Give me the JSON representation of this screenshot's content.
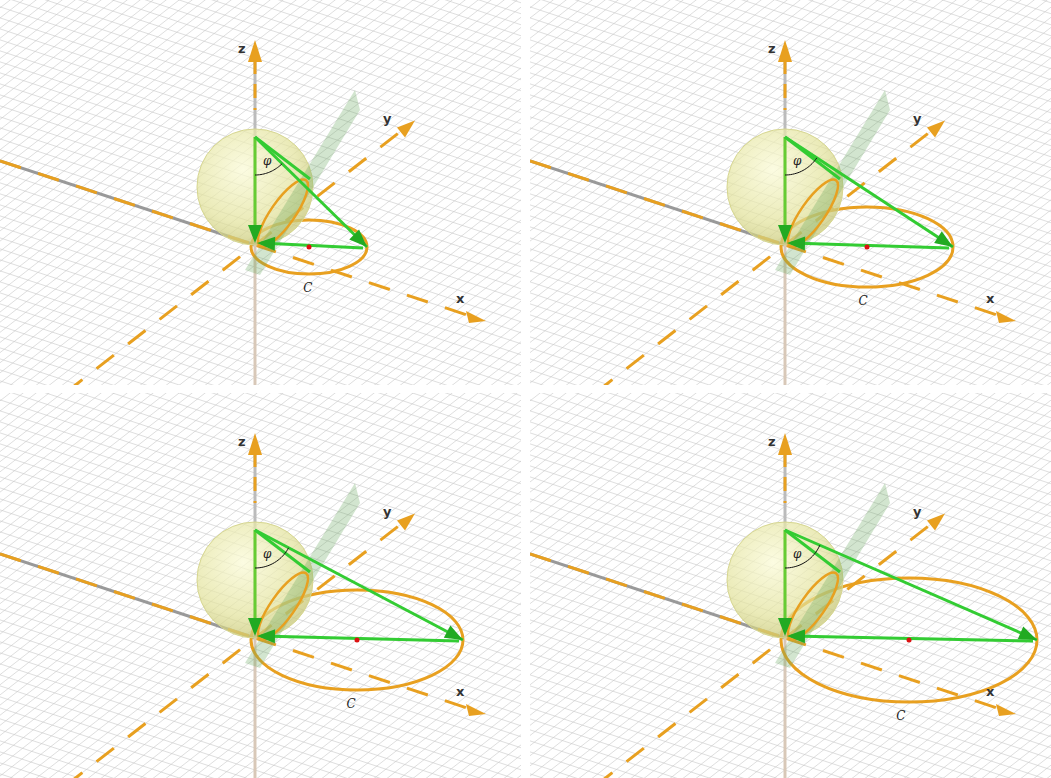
{
  "diagram": {
    "labels": [
      "z",
      "y",
      "φ",
      "x",
      "C",
      "z",
      "y",
      "φ",
      "x",
      "C",
      "z",
      "y",
      "φ",
      "x",
      "C",
      "z",
      "y",
      "φ",
      "x",
      "C"
    ]
  }
}
